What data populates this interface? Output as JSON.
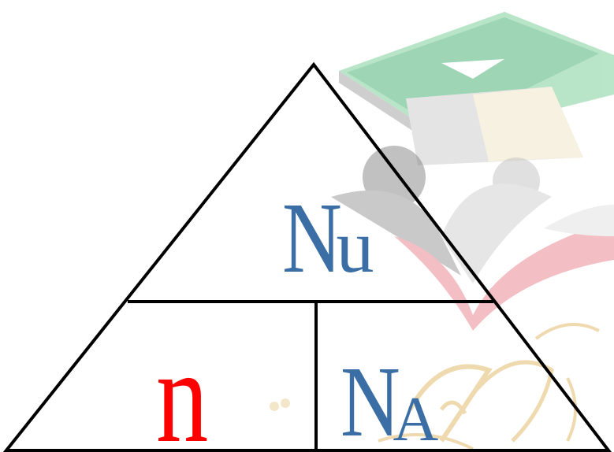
{
  "diagram": {
    "top_section": {
      "main": "N",
      "sub": "u",
      "color": "#3a6ea5"
    },
    "bottom_left_section": {
      "main": "n",
      "color": "#ff0000"
    },
    "bottom_right_section": {
      "main": "N",
      "sub": "A",
      "color": "#3a6ea5"
    },
    "line_color": "#000000"
  },
  "watermark": {
    "icons": [
      "graduation-cap-icon",
      "people-emblem-icon",
      "calligraphy-icon"
    ],
    "colors": {
      "cap_green": "#5fbf7f",
      "cap_gray": "#a0a0a0",
      "emblem_red": "#e8909a",
      "emblem_gold": "#e6c27a"
    }
  }
}
